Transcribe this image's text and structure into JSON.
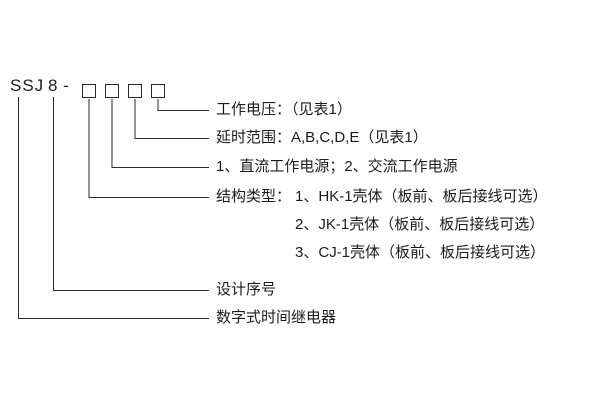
{
  "model": {
    "prefix": "SSJ",
    "series": "8",
    "separator": "-",
    "digit_box_count": 4
  },
  "labels": {
    "voltage": "工作电压：（见表1）",
    "delay_range": "延时范围：A,B,C,D,E（见表1）",
    "power_supply": "1、直流工作电源；2、交流工作电源",
    "structure_title": "结构类型：",
    "structure_options": [
      "1、HK-1壳体（板前、板后接线可选）",
      "2、JK-1壳体（板前、板后接线可选）",
      "3、CJ-1壳体（板前、板后接线可选）"
    ],
    "design_number": "设计序号",
    "product_name": "数字式时间继电器"
  },
  "colors": {
    "line": "#2a2a2a",
    "text": "#1c1c1c",
    "background": "#ffffff"
  }
}
